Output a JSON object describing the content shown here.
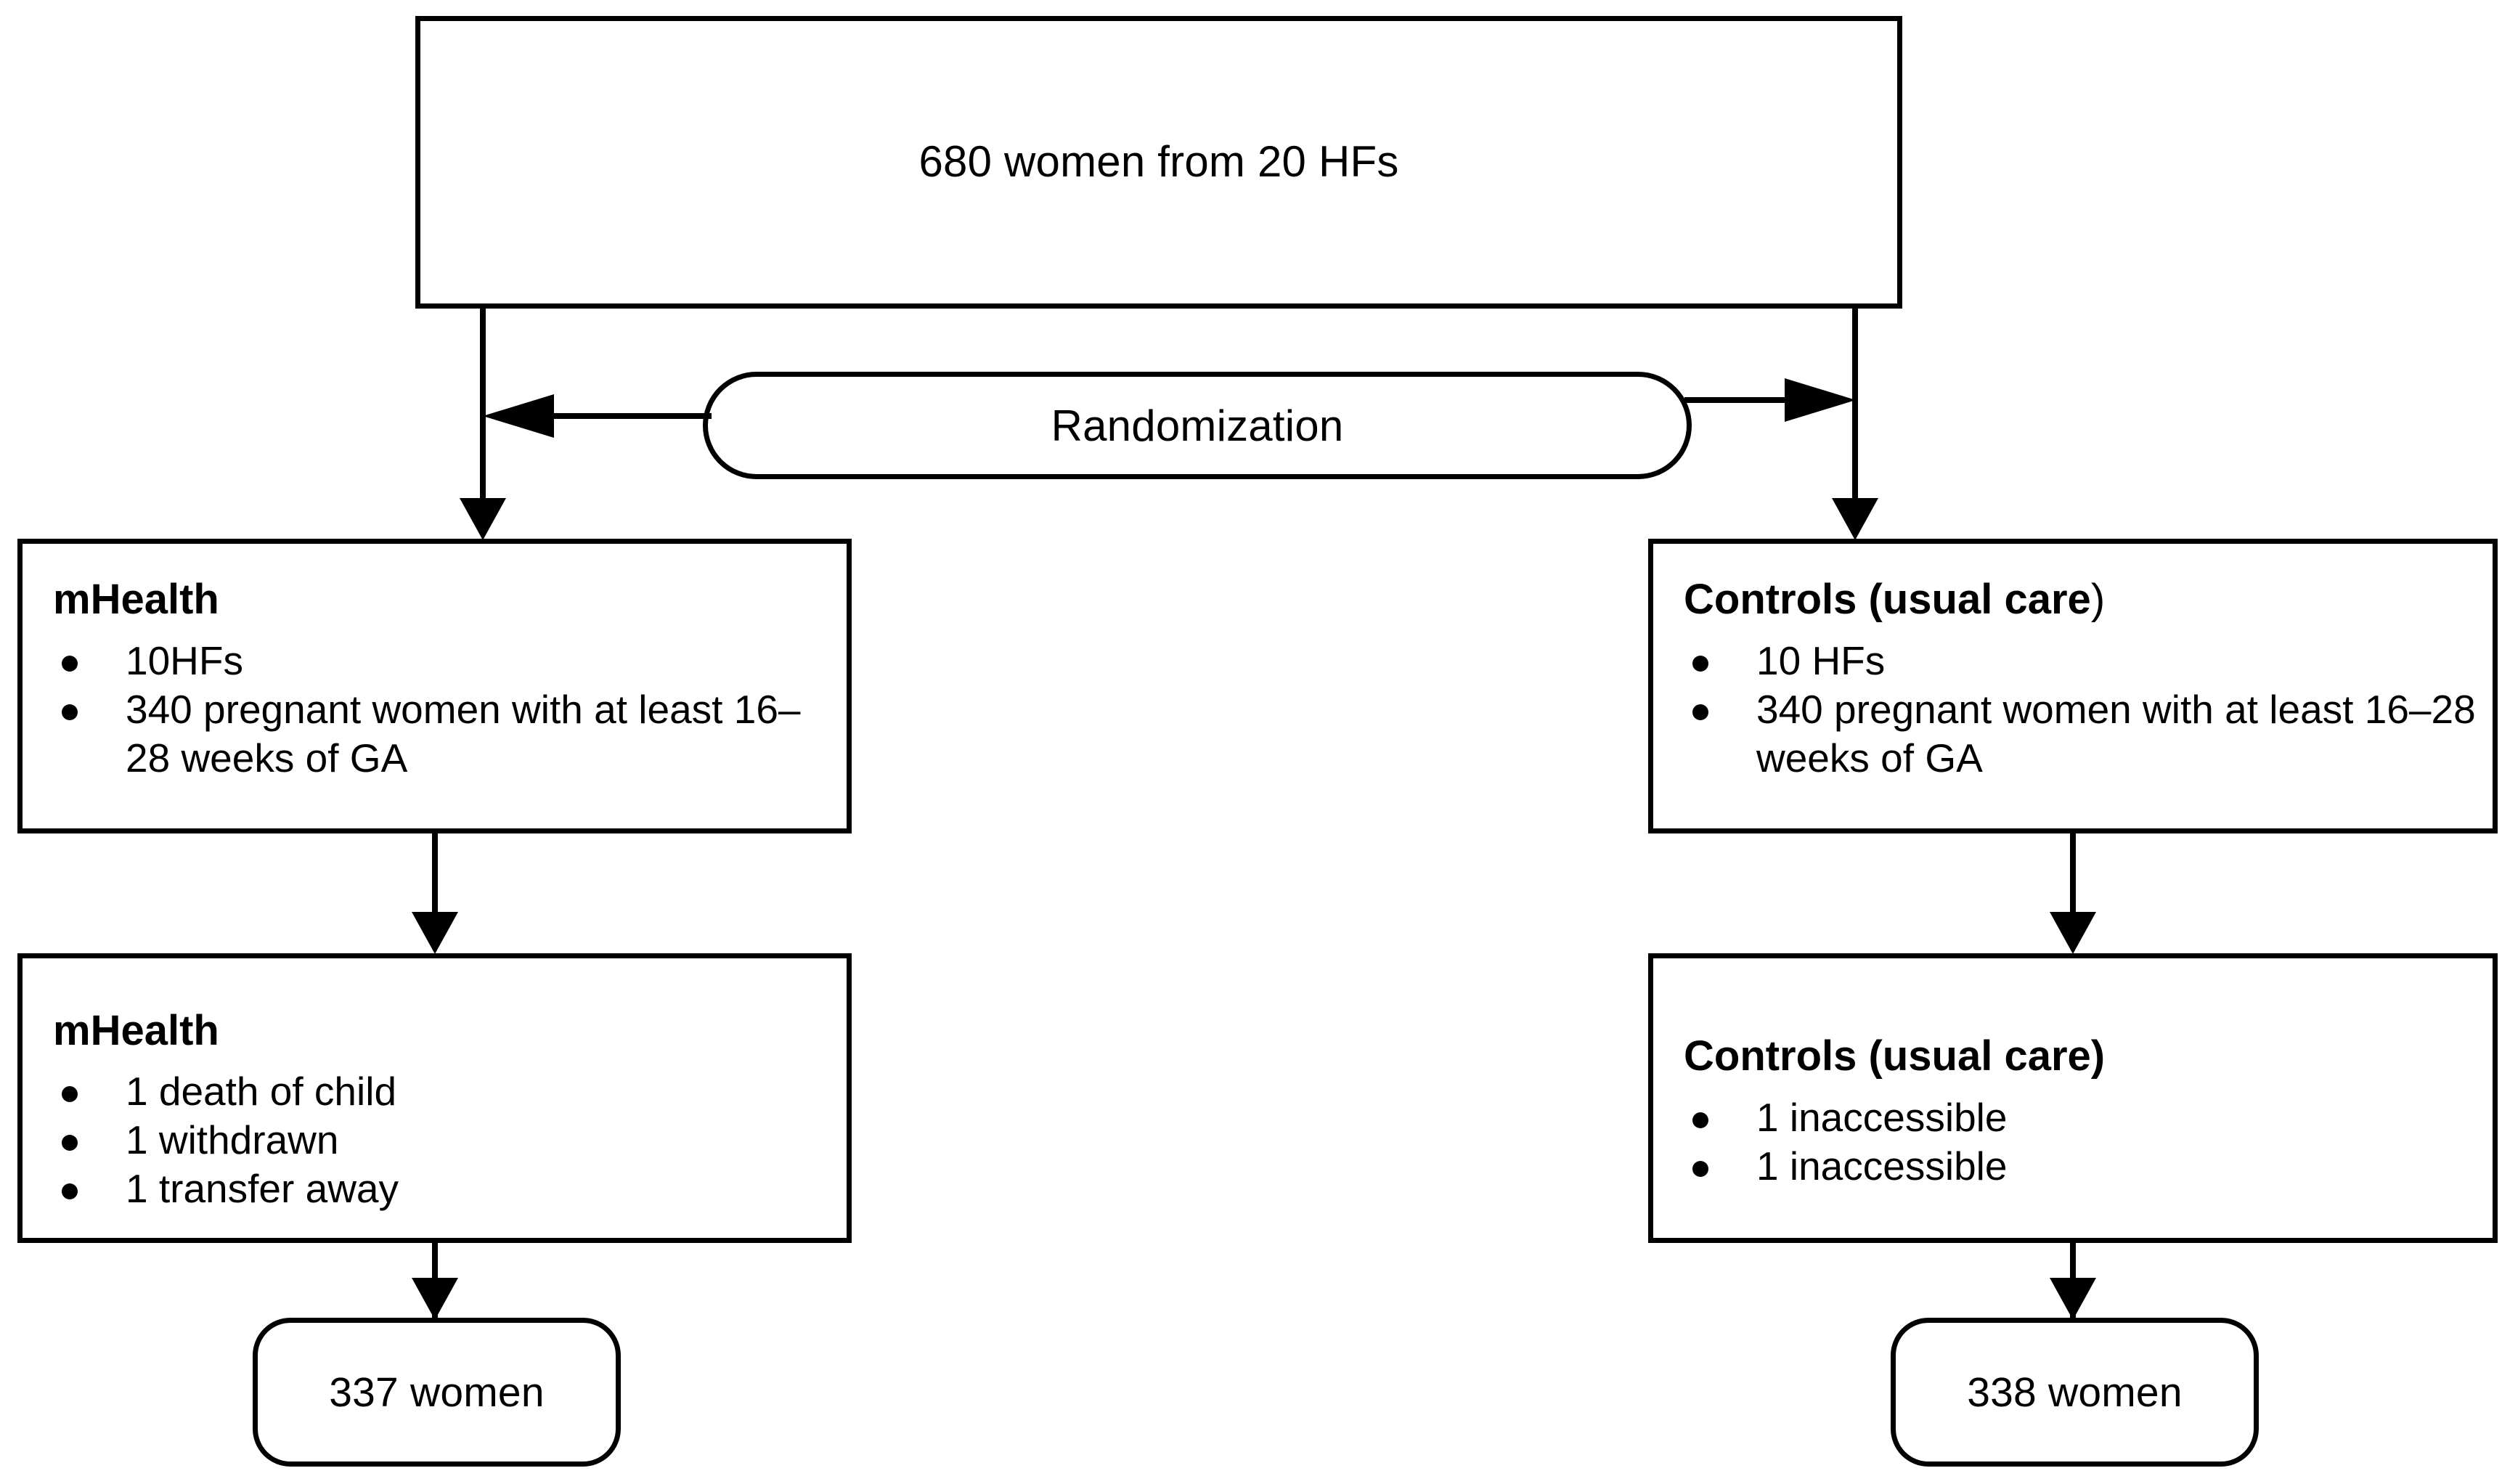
{
  "diagram": {
    "title": "CONSORT-style trial flow diagram",
    "colors": {
      "stroke": "#000000",
      "fill": "#ffffff",
      "text": "#000000"
    },
    "enrollment": {
      "label": "680 women from 20 HFs"
    },
    "randomization": {
      "label": "Randomization"
    },
    "arms": {
      "intervention": {
        "title": "mHealth",
        "bullets": [
          "10HFs",
          "340 pregnant women with at least 16–28 weeks of GA"
        ]
      },
      "control": {
        "title_bold": "Controls (usual care",
        "title_paren": ")",
        "title_full": "Controls (usual care)",
        "bullets": [
          "10 HFs",
          "340 pregnant women with at least 16–28 weeks of GA"
        ]
      }
    },
    "losses": {
      "intervention": {
        "title": "mHealth",
        "bullets": [
          "1 death of child",
          "1 withdrawn",
          "1 transfer away"
        ]
      },
      "control": {
        "title": "Controls (usual care)",
        "bullets": [
          "1 inaccessible",
          "1 inaccessible"
        ]
      }
    },
    "analysed": {
      "intervention": {
        "label": "337 women"
      },
      "control": {
        "label": "338 women"
      }
    }
  }
}
